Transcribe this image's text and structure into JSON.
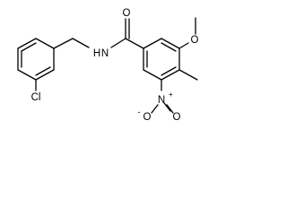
{
  "molecule": {
    "atoms": {
      "chloro": "Cl",
      "amide_n": "N",
      "amide_h": "H",
      "amide_o": "O",
      "methoxy_o": "O",
      "nitro_n": "N",
      "nitro_charge": "+",
      "nitro_o_minus": "O",
      "nitro_charge_minus": "-",
      "nitro_o": "O"
    }
  }
}
